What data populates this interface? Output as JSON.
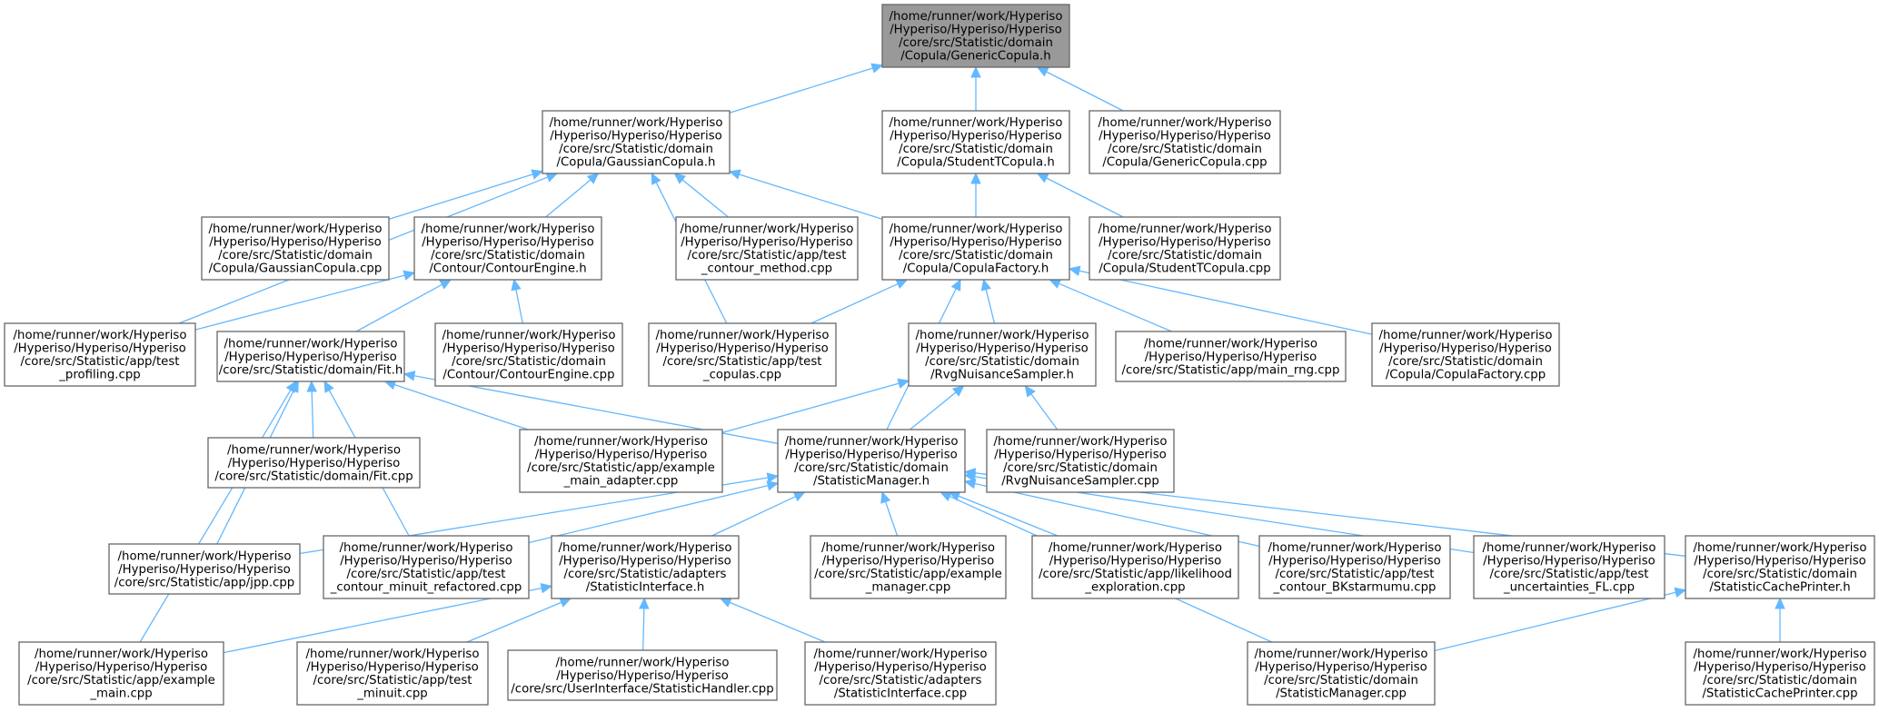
{
  "nodes": [
    {
      "id": "root",
      "root": true,
      "lines": [
        "/home/runner/work/Hyperiso",
        "/Hyperiso/Hyperiso/Hyperiso",
        "/core/src/Statistic/domain",
        "/Copula/GenericCopula.h"
      ]
    },
    {
      "id": "gaussian_h",
      "lines": [
        "/home/runner/work/Hyperiso",
        "/Hyperiso/Hyperiso/Hyperiso",
        "/core/src/Statistic/domain",
        "/Copula/GaussianCopula.h"
      ]
    },
    {
      "id": "studentt_h",
      "lines": [
        "/home/runner/work/Hyperiso",
        "/Hyperiso/Hyperiso/Hyperiso",
        "/core/src/Statistic/domain",
        "/Copula/StudentTCopula.h"
      ]
    },
    {
      "id": "generic_cpp",
      "lines": [
        "/home/runner/work/Hyperiso",
        "/Hyperiso/Hyperiso/Hyperiso",
        "/core/src/Statistic/domain",
        "/Copula/GenericCopula.cpp"
      ]
    },
    {
      "id": "gaussian_cpp",
      "lines": [
        "/home/runner/work/Hyperiso",
        "/Hyperiso/Hyperiso/Hyperiso",
        "/core/src/Statistic/domain",
        "/Copula/GaussianCopula.cpp"
      ]
    },
    {
      "id": "contour_h",
      "lines": [
        "/home/runner/work/Hyperiso",
        "/Hyperiso/Hyperiso/Hyperiso",
        "/core/src/Statistic/domain",
        "/Contour/ContourEngine.h"
      ]
    },
    {
      "id": "contour_method",
      "lines": [
        "/home/runner/work/Hyperiso",
        "/Hyperiso/Hyperiso/Hyperiso",
        "/core/src/Statistic/app/test",
        "_contour_method.cpp"
      ]
    },
    {
      "id": "factory_h",
      "lines": [
        "/home/runner/work/Hyperiso",
        "/Hyperiso/Hyperiso/Hyperiso",
        "/core/src/Statistic/domain",
        "/Copula/CopulaFactory.h"
      ]
    },
    {
      "id": "studentt_cpp",
      "lines": [
        "/home/runner/work/Hyperiso",
        "/Hyperiso/Hyperiso/Hyperiso",
        "/core/src/Statistic/domain",
        "/Copula/StudentTCopula.cpp"
      ]
    },
    {
      "id": "profiling",
      "lines": [
        "/home/runner/work/Hyperiso",
        "/Hyperiso/Hyperiso/Hyperiso",
        "/core/src/Statistic/app/test",
        "_profiling.cpp"
      ]
    },
    {
      "id": "fit_h",
      "lines": [
        "/home/runner/work/Hyperiso",
        "/Hyperiso/Hyperiso/Hyperiso",
        "/core/src/Statistic/domain/Fit.h"
      ]
    },
    {
      "id": "contour_cpp",
      "lines": [
        "/home/runner/work/Hyperiso",
        "/Hyperiso/Hyperiso/Hyperiso",
        "/core/src/Statistic/domain",
        "/Contour/ContourEngine.cpp"
      ]
    },
    {
      "id": "copulas",
      "lines": [
        "/home/runner/work/Hyperiso",
        "/Hyperiso/Hyperiso/Hyperiso",
        "/core/src/Statistic/app/test",
        "_copulas.cpp"
      ]
    },
    {
      "id": "rvg_h",
      "lines": [
        "/home/runner/work/Hyperiso",
        "/Hyperiso/Hyperiso/Hyperiso",
        "/core/src/Statistic/domain",
        "/RvgNuisanceSampler.h"
      ]
    },
    {
      "id": "main_rng",
      "lines": [
        "/home/runner/work/Hyperiso",
        "/Hyperiso/Hyperiso/Hyperiso",
        "/core/src/Statistic/app/main_rng.cpp"
      ]
    },
    {
      "id": "factory_cpp",
      "lines": [
        "/home/runner/work/Hyperiso",
        "/Hyperiso/Hyperiso/Hyperiso",
        "/core/src/Statistic/domain",
        "/Copula/CopulaFactory.cpp"
      ]
    },
    {
      "id": "fit_cpp",
      "lines": [
        "/home/runner/work/Hyperiso",
        "/Hyperiso/Hyperiso/Hyperiso",
        "/core/src/Statistic/domain/Fit.cpp"
      ]
    },
    {
      "id": "main_adapter",
      "lines": [
        "/home/runner/work/Hyperiso",
        "/Hyperiso/Hyperiso/Hyperiso",
        "/core/src/Statistic/app/example",
        "_main_adapter.cpp"
      ]
    },
    {
      "id": "manager_h",
      "lines": [
        "/home/runner/work/Hyperiso",
        "/Hyperiso/Hyperiso/Hyperiso",
        "/core/src/Statistic/domain",
        "/StatisticManager.h"
      ]
    },
    {
      "id": "rvg_cpp",
      "lines": [
        "/home/runner/work/Hyperiso",
        "/Hyperiso/Hyperiso/Hyperiso",
        "/core/src/Statistic/domain",
        "/RvgNuisanceSampler.cpp"
      ]
    },
    {
      "id": "jpp",
      "lines": [
        "/home/runner/work/Hyperiso",
        "/Hyperiso/Hyperiso/Hyperiso",
        "/core/src/Statistic/app/jpp.cpp"
      ]
    },
    {
      "id": "minuit_ref",
      "lines": [
        "/home/runner/work/Hyperiso",
        "/Hyperiso/Hyperiso/Hyperiso",
        "/core/src/Statistic/app/test",
        "_contour_minuit_refactored.cpp"
      ]
    },
    {
      "id": "iface_h",
      "lines": [
        "/home/runner/work/Hyperiso",
        "/Hyperiso/Hyperiso/Hyperiso",
        "/core/src/Statistic/adapters",
        "/StatisticInterface.h"
      ]
    },
    {
      "id": "manager_ex",
      "lines": [
        "/home/runner/work/Hyperiso",
        "/Hyperiso/Hyperiso/Hyperiso",
        "/core/src/Statistic/app/example",
        "_manager.cpp"
      ]
    },
    {
      "id": "likelihood",
      "lines": [
        "/home/runner/work/Hyperiso",
        "/Hyperiso/Hyperiso/Hyperiso",
        "/core/src/Statistic/app/likelihood",
        "_exploration.cpp"
      ]
    },
    {
      "id": "bkstar",
      "lines": [
        "/home/runner/work/Hyperiso",
        "/Hyperiso/Hyperiso/Hyperiso",
        "/core/src/Statistic/app/test",
        "_contour_BKstarmumu.cpp"
      ]
    },
    {
      "id": "uncert",
      "lines": [
        "/home/runner/work/Hyperiso",
        "/Hyperiso/Hyperiso/Hyperiso",
        "/core/src/Statistic/app/test",
        "_uncertainties_FL.cpp"
      ]
    },
    {
      "id": "cache_h",
      "lines": [
        "/home/runner/work/Hyperiso",
        "/Hyperiso/Hyperiso/Hyperiso",
        "/core/src/Statistic/domain",
        "/StatisticCachePrinter.h"
      ]
    },
    {
      "id": "main_ex",
      "lines": [
        "/home/runner/work/Hyperiso",
        "/Hyperiso/Hyperiso/Hyperiso",
        "/core/src/Statistic/app/example",
        "_main.cpp"
      ]
    },
    {
      "id": "minuit",
      "lines": [
        "/home/runner/work/Hyperiso",
        "/Hyperiso/Hyperiso/Hyperiso",
        "/core/src/Statistic/app/test",
        "_minuit.cpp"
      ]
    },
    {
      "id": "handler",
      "lines": [
        "/home/runner/work/Hyperiso",
        "/Hyperiso/Hyperiso/Hyperiso",
        "/core/src/UserInterface/StatisticHandler.cpp"
      ]
    },
    {
      "id": "iface_cpp",
      "lines": [
        "/home/runner/work/Hyperiso",
        "/Hyperiso/Hyperiso/Hyperiso",
        "/core/src/Statistic/adapters",
        "/StatisticInterface.cpp"
      ]
    },
    {
      "id": "manager_cpp",
      "lines": [
        "/home/runner/work/Hyperiso",
        "/Hyperiso/Hyperiso/Hyperiso",
        "/core/src/Statistic/domain",
        "/StatisticManager.cpp"
      ]
    },
    {
      "id": "cache_cpp",
      "lines": [
        "/home/runner/work/Hyperiso",
        "/Hyperiso/Hyperiso/Hyperiso",
        "/core/src/Statistic/domain",
        "/StatisticCachePrinter.cpp"
      ]
    }
  ],
  "edges": [
    [
      "root",
      "gaussian_h"
    ],
    [
      "root",
      "studentt_h"
    ],
    [
      "root",
      "generic_cpp"
    ],
    [
      "gaussian_h",
      "gaussian_cpp"
    ],
    [
      "gaussian_h",
      "contour_h"
    ],
    [
      "gaussian_h",
      "contour_method"
    ],
    [
      "gaussian_h",
      "factory_h"
    ],
    [
      "gaussian_h",
      "profiling"
    ],
    [
      "gaussian_h",
      "copulas"
    ],
    [
      "studentt_h",
      "factory_h"
    ],
    [
      "studentt_h",
      "studentt_cpp"
    ],
    [
      "contour_h",
      "profiling"
    ],
    [
      "contour_h",
      "fit_h"
    ],
    [
      "contour_h",
      "contour_cpp"
    ],
    [
      "factory_h",
      "copulas"
    ],
    [
      "factory_h",
      "rvg_h"
    ],
    [
      "factory_h",
      "main_rng"
    ],
    [
      "factory_h",
      "factory_cpp"
    ],
    [
      "factory_h",
      "manager_h"
    ],
    [
      "fit_h",
      "fit_cpp"
    ],
    [
      "fit_h",
      "main_adapter"
    ],
    [
      "fit_h",
      "manager_h"
    ],
    [
      "fit_h",
      "jpp"
    ],
    [
      "fit_h",
      "minuit_ref"
    ],
    [
      "fit_h",
      "main_ex"
    ],
    [
      "rvg_h",
      "main_adapter"
    ],
    [
      "rvg_h",
      "manager_h"
    ],
    [
      "rvg_h",
      "rvg_cpp"
    ],
    [
      "manager_h",
      "jpp"
    ],
    [
      "manager_h",
      "minuit_ref"
    ],
    [
      "manager_h",
      "iface_h"
    ],
    [
      "manager_h",
      "manager_ex"
    ],
    [
      "manager_h",
      "likelihood"
    ],
    [
      "manager_h",
      "bkstar"
    ],
    [
      "manager_h",
      "uncert"
    ],
    [
      "manager_h",
      "cache_h"
    ],
    [
      "manager_h",
      "manager_cpp"
    ],
    [
      "iface_h",
      "main_ex"
    ],
    [
      "iface_h",
      "minuit"
    ],
    [
      "iface_h",
      "handler"
    ],
    [
      "iface_h",
      "iface_cpp"
    ],
    [
      "cache_h",
      "manager_cpp"
    ],
    [
      "cache_h",
      "cache_cpp"
    ]
  ],
  "colors": {
    "edge": "#63b8ff",
    "root_fill": "#999999",
    "node_border": "#666666"
  }
}
